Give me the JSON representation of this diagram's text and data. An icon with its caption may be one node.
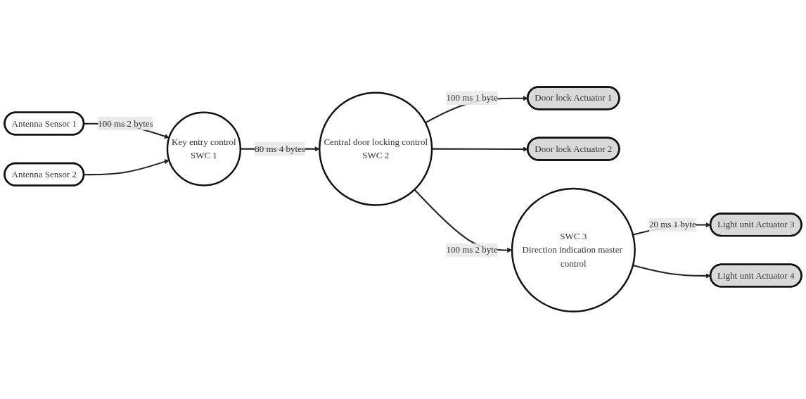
{
  "diagram": {
    "nodes": [
      {
        "text": [
          "Antenna Sensor 1"
        ]
      },
      {
        "text": [
          "Antenna Sensor 2"
        ]
      },
      {
        "text": [
          "Key entry control",
          "SWC 1"
        ]
      },
      {
        "text": [
          "Central door locking control",
          "SWC 2"
        ]
      },
      {
        "text": [
          "Door lock Actuator 1"
        ]
      },
      {
        "text": [
          "Door lock Actuator 2"
        ]
      },
      {
        "text": [
          "SWC 3",
          "Direction indication master control"
        ]
      },
      {
        "text": [
          "Light unit Actuator 3"
        ]
      },
      {
        "text": [
          "Light unit Actuator 4"
        ]
      }
    ],
    "edges": [
      {
        "from": 0,
        "to": 2,
        "arrow": "to",
        "label": "100 ms 2 bytes"
      },
      {
        "from": 1,
        "to": 2,
        "arrow": "to"
      },
      {
        "from": 2,
        "to": 3,
        "arrow": "to",
        "label": "80 ms 4 bytes"
      },
      {
        "from": 3,
        "to": 4,
        "arrow": "to",
        "label": "100 ms 1 byte"
      },
      {
        "from": 3,
        "to": 5,
        "arrow": "to"
      },
      {
        "from": 3,
        "to": 6,
        "arrow": "to",
        "label": "100 ms 2 byte"
      },
      {
        "from": 6,
        "to": 7,
        "arrow": "to",
        "label": "20 ms 1 byte"
      },
      {
        "from": 6,
        "to": 8,
        "arrow": "to"
      }
    ]
  }
}
